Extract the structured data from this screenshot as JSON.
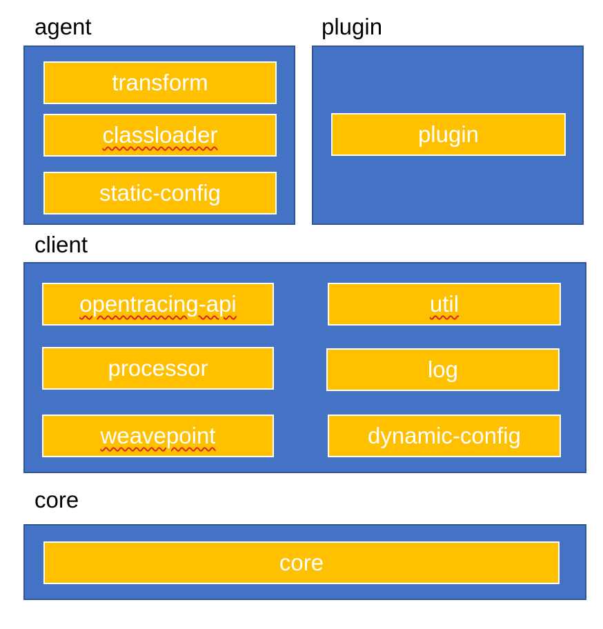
{
  "groups": {
    "agent": {
      "title": "agent",
      "modules": [
        "transform",
        "classloader",
        "static-config"
      ]
    },
    "plugin": {
      "title": "plugin",
      "modules": [
        "plugin"
      ]
    },
    "client": {
      "title": "client",
      "modules": [
        "opentracing-api",
        "processor",
        "weavepoint",
        "util",
        "log",
        "dynamic-config"
      ]
    },
    "core": {
      "title": "core",
      "modules": [
        "core"
      ]
    }
  },
  "colors": {
    "group_fill": "#4472c4",
    "group_border": "#2f5597",
    "module_fill": "#ffc000",
    "module_border": "#ffffff",
    "module_text": "#ffffff",
    "spellcheck_underline": "#e02020"
  }
}
